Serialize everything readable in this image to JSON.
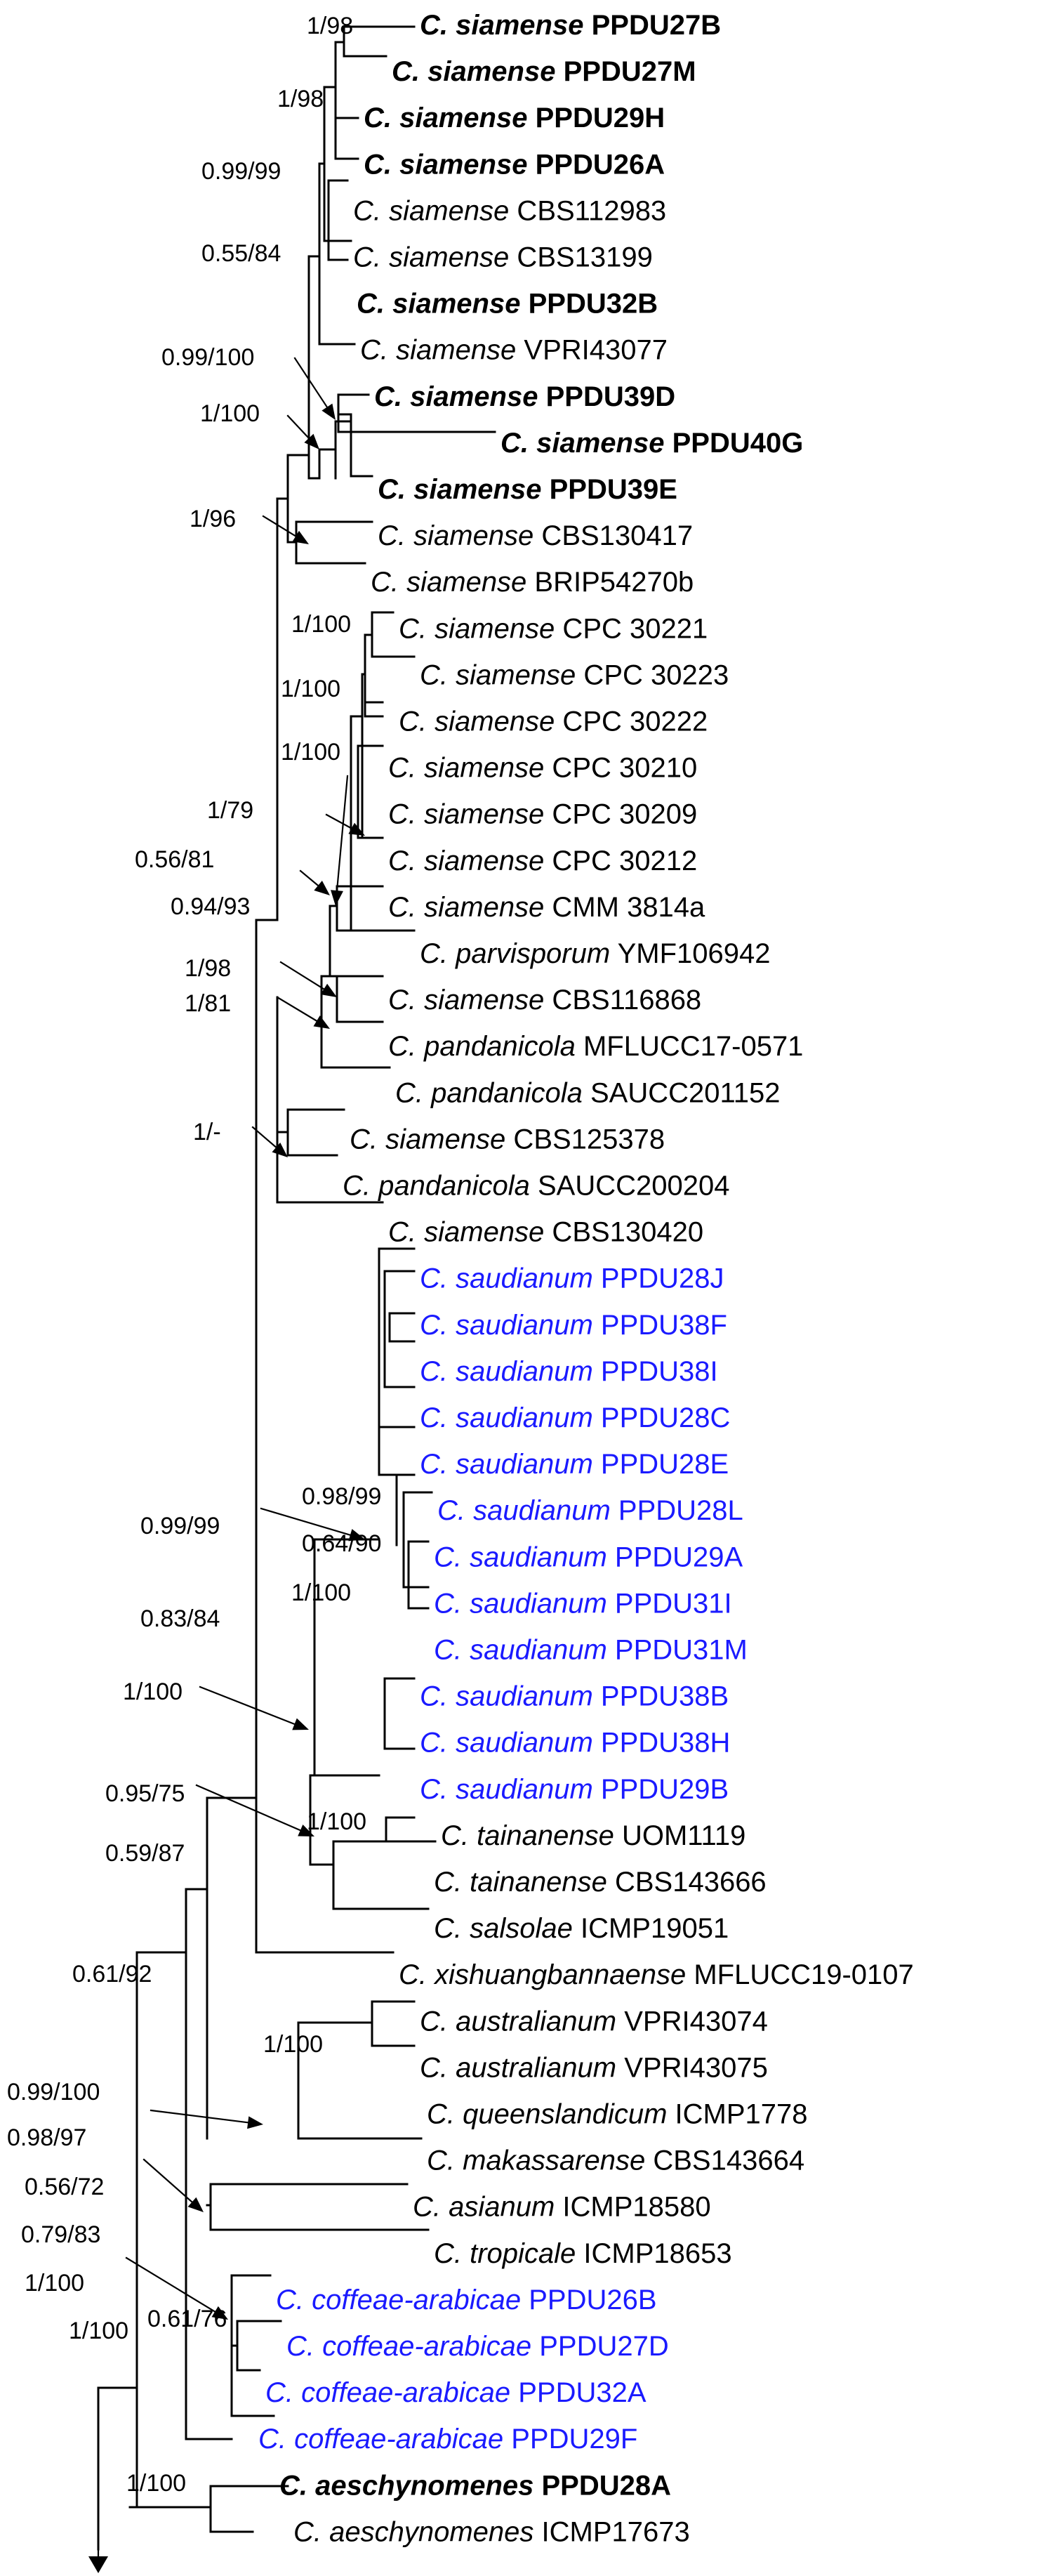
{
  "colors": {
    "black": "#000000",
    "blue": "#1a1aff"
  },
  "taxa": [
    {
      "species": "C. siamense",
      "strain": "PPDU27B",
      "bold": true,
      "color": "black"
    },
    {
      "species": "C. siamense",
      "strain": "PPDU27M",
      "bold": true,
      "color": "black"
    },
    {
      "species": "C. siamense",
      "strain": "PPDU29H",
      "bold": true,
      "color": "black"
    },
    {
      "species": "C. siamense",
      "strain": "PPDU26A",
      "bold": true,
      "color": "black"
    },
    {
      "species": "C. siamense",
      "strain": "CBS112983",
      "bold": false,
      "color": "black"
    },
    {
      "species": "C. siamense",
      "strain": "CBS13199",
      "bold": false,
      "color": "black"
    },
    {
      "species": "C. siamense",
      "strain": "PPDU32B",
      "bold": true,
      "color": "black"
    },
    {
      "species": "C. siamense",
      "strain": "VPRI43077",
      "bold": false,
      "color": "black"
    },
    {
      "species": "C. siamense",
      "strain": "PPDU39D",
      "bold": true,
      "color": "black"
    },
    {
      "species": "C. siamense",
      "strain": "PPDU40G",
      "bold": true,
      "color": "black"
    },
    {
      "species": "C. siamense",
      "strain": "PPDU39E",
      "bold": true,
      "color": "black"
    },
    {
      "species": "C. siamense",
      "strain": "CBS130417",
      "bold": false,
      "color": "black"
    },
    {
      "species": "C. siamense",
      "strain": "BRIP54270b",
      "bold": false,
      "color": "black"
    },
    {
      "species": "C. siamense",
      "strain": "CPC 30221",
      "bold": false,
      "color": "black"
    },
    {
      "species": "C. siamense",
      "strain": "CPC 30223",
      "bold": false,
      "color": "black"
    },
    {
      "species": "C. siamense",
      "strain": "CPC 30222",
      "bold": false,
      "color": "black"
    },
    {
      "species": "C. siamense",
      "strain": "CPC 30210",
      "bold": false,
      "color": "black"
    },
    {
      "species": "C. siamense",
      "strain": "CPC 30209",
      "bold": false,
      "color": "black"
    },
    {
      "species": "C. siamense",
      "strain": "CPC 30212",
      "bold": false,
      "color": "black"
    },
    {
      "species": "C. siamense",
      "strain": "CMM 3814a",
      "bold": false,
      "color": "black"
    },
    {
      "species": "C. parvisporum",
      "strain": "YMF106942",
      "bold": false,
      "color": "black"
    },
    {
      "species": "C. siamense",
      "strain": "CBS116868",
      "bold": false,
      "color": "black"
    },
    {
      "species": "C. pandanicola",
      "strain": "MFLUCC17-0571",
      "bold": false,
      "color": "black"
    },
    {
      "species": "C. pandanicola",
      "strain": "SAUCC201152",
      "bold": false,
      "color": "black"
    },
    {
      "species": "C. siamense",
      "strain": "CBS125378",
      "bold": false,
      "color": "black"
    },
    {
      "species": "C. pandanicola",
      "strain": "SAUCC200204",
      "bold": false,
      "color": "black"
    },
    {
      "species": "C. siamense",
      "strain": "CBS130420",
      "bold": false,
      "color": "black"
    },
    {
      "species": "C. saudianum",
      "strain": "PPDU28J",
      "bold": false,
      "color": "blue"
    },
    {
      "species": "C. saudianum",
      "strain": "PPDU38F",
      "bold": false,
      "color": "blue"
    },
    {
      "species": "C. saudianum",
      "strain": "PPDU38I",
      "bold": false,
      "color": "blue"
    },
    {
      "species": "C. saudianum",
      "strain": "PPDU28C",
      "bold": false,
      "color": "blue"
    },
    {
      "species": "C. saudianum",
      "strain": "PPDU28E",
      "bold": false,
      "color": "blue"
    },
    {
      "species": "C. saudianum",
      "strain": "PPDU28L",
      "bold": false,
      "color": "blue"
    },
    {
      "species": "C. saudianum",
      "strain": "PPDU29A",
      "bold": false,
      "color": "blue"
    },
    {
      "species": "C. saudianum",
      "strain": "PPDU31I",
      "bold": false,
      "color": "blue"
    },
    {
      "species": "C. saudianum",
      "strain": "PPDU31M",
      "bold": false,
      "color": "blue"
    },
    {
      "species": "C. saudianum",
      "strain": "PPDU38B",
      "bold": false,
      "color": "blue"
    },
    {
      "species": "C. saudianum",
      "strain": "PPDU38H",
      "bold": false,
      "color": "blue"
    },
    {
      "species": "C. saudianum",
      "strain": "PPDU29B",
      "bold": false,
      "color": "blue"
    },
    {
      "species": "C. tainanense",
      "strain": "UOM1119",
      "bold": false,
      "color": "black"
    },
    {
      "species": "C. tainanense",
      "strain": "CBS143666",
      "bold": false,
      "color": "black"
    },
    {
      "species": "C. salsolae",
      "strain": "ICMP19051",
      "bold": false,
      "color": "black"
    },
    {
      "species": "C. xishuangbannaense",
      "strain": "MFLUCC19-0107",
      "bold": false,
      "color": "black"
    },
    {
      "species": "C. australianum",
      "strain": "VPRI43074",
      "bold": false,
      "color": "black"
    },
    {
      "species": "C. australianum",
      "strain": "VPRI43075",
      "bold": false,
      "color": "black"
    },
    {
      "species": "C. queenslandicum",
      "strain": "ICMP1778",
      "bold": false,
      "color": "black"
    },
    {
      "species": "C. makassarense",
      "strain": "CBS143664",
      "bold": false,
      "color": "black"
    },
    {
      "species": "C. asianum",
      "strain": "ICMP18580",
      "bold": false,
      "color": "black"
    },
    {
      "species": "C. tropicale",
      "strain": "ICMP18653",
      "bold": false,
      "color": "black"
    },
    {
      "species": "C. coffeae-arabicae",
      "strain": "PPDU26B",
      "bold": false,
      "color": "blue"
    },
    {
      "species": "C. coffeae-arabicae",
      "strain": "PPDU27D",
      "bold": false,
      "color": "blue"
    },
    {
      "species": "C. coffeae-arabicae",
      "strain": "PPDU32A",
      "bold": false,
      "color": "blue"
    },
    {
      "species": "C. coffeae-arabicae",
      "strain": "PPDU29F",
      "bold": false,
      "color": "blue"
    },
    {
      "species": "C. aeschynomenes",
      "strain": "PPDU28A",
      "bold": true,
      "color": "black"
    },
    {
      "species": "C. aeschynomenes",
      "strain": "ICMP17673",
      "bold": false,
      "color": "black"
    }
  ],
  "supports": [
    "1/98",
    "1/98",
    "0.99/99",
    "0.55/84",
    "0.99/100",
    "1/100",
    "1/96",
    "1/100",
    "1/100",
    "1/100",
    "1/79",
    "0.56/81",
    "0.94/93",
    "1/98",
    "1/81",
    "1/-",
    "0.98/99",
    "0.99/99",
    "0.64/90",
    "1/100",
    "0.83/84",
    "1/100",
    "0.95/75",
    "1/100",
    "0.59/87",
    "1/100",
    "0.61/92",
    "1/100",
    "0.99/100",
    "0.98/97",
    "0.56/72",
    "0.79/83",
    "0.61/76",
    "1/100",
    "1/100"
  ]
}
